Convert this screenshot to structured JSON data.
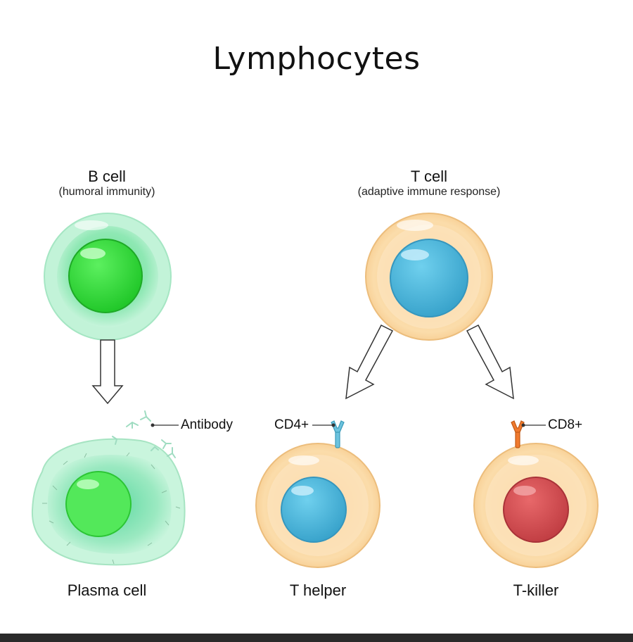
{
  "title": "Lymphocytes",
  "b_cell": {
    "name": "B cell",
    "role": "(humoral immunity)"
  },
  "t_cell": {
    "name": "T cell",
    "role": "(adaptive immune response)"
  },
  "plasma_cell": {
    "name": "Plasma cell",
    "marker": "Antibody"
  },
  "t_helper": {
    "name": "T helper",
    "marker": "CD4+"
  },
  "t_killer": {
    "name": "T-killer",
    "marker": "CD8+"
  },
  "colors": {
    "b_cell_cytoplasm": "#b7f0cf",
    "b_cell_nucleus": "#33e03a",
    "t_cell_cytoplasm": "#fbdcaa",
    "t_cell_nucleus": "#4fb8dc",
    "t_killer_nucleus": "#d95256",
    "cd4_receptor": "#6cc3de",
    "cd8_receptor": "#f07a2e"
  }
}
